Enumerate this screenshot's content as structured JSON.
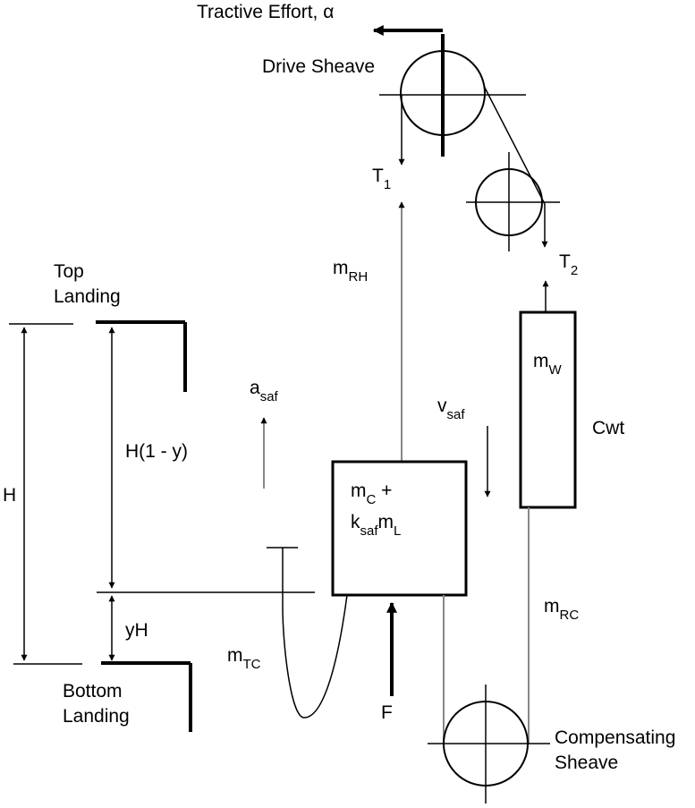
{
  "labels": {
    "tractive_effort": "Tractive Effort, α",
    "drive_sheave": "Drive Sheave",
    "top_landing_1": "Top",
    "top_landing_2": "Landing",
    "bottom_landing_1": "Bottom",
    "bottom_landing_2": "Landing",
    "comp_sheave_1": "Compensating",
    "comp_sheave_2": "Sheave",
    "cwt": "Cwt",
    "h": "H",
    "h_one_minus_y": "H(1 - y)",
    "y_h": "yH",
    "f": "F"
  },
  "symbols": {
    "t1": {
      "main": "T",
      "sub": "1"
    },
    "t2": {
      "main": "T",
      "sub": "2"
    },
    "m_rh": {
      "main": "m",
      "sub": "RH"
    },
    "m_w": {
      "main": "m",
      "sub": "W"
    },
    "a_saf": {
      "main": "a",
      "sub": "saf"
    },
    "v_saf": {
      "main": "v",
      "sub": "saf"
    },
    "m_c": {
      "main": "m",
      "sub": "C",
      "tail": " +"
    },
    "k_saf_m_l": {
      "main": "k",
      "sub": "saf",
      "main2": "m",
      "sub2": "L"
    },
    "m_tc": {
      "main": "m",
      "sub": "TC"
    },
    "m_rc": {
      "main": "m",
      "sub": "RC"
    }
  }
}
